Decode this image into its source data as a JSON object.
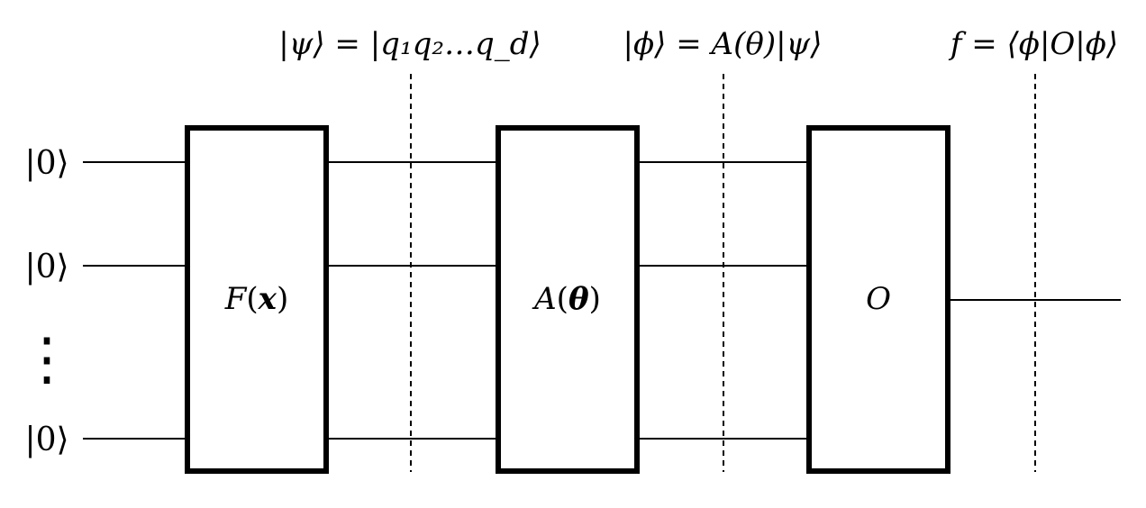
{
  "inputs": [
    {
      "label": "|0⟩"
    },
    {
      "label": "|0⟩"
    },
    {
      "label": "|0⟩"
    }
  ],
  "vdots": "⋮",
  "gates": [
    {
      "label_parts": [
        {
          "t": "F",
          "s": "it"
        },
        {
          "t": "(",
          "s": ""
        },
        {
          "t": "x",
          "s": "bf it"
        },
        {
          "t": ")",
          "s": ""
        }
      ]
    },
    {
      "label_parts": [
        {
          "t": "A",
          "s": "it"
        },
        {
          "t": "(",
          "s": ""
        },
        {
          "t": "θ",
          "s": "bf it"
        },
        {
          "t": ")",
          "s": ""
        }
      ]
    },
    {
      "label_parts": [
        {
          "t": "O",
          "s": "it"
        }
      ]
    }
  ],
  "stages": [
    {
      "label": "|ψ⟩ = |q₁q₂…q_d⟩"
    },
    {
      "label": "|ϕ⟩ = A(θ)|ψ⟩"
    },
    {
      "label": "f = ⟨ϕ|O|ϕ⟩"
    }
  ],
  "colors": {
    "stroke": "#000000",
    "background": "#ffffff"
  }
}
